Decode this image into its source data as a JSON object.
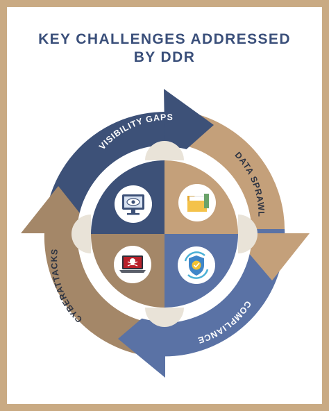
{
  "title": {
    "line1": "KEY CHALLENGES ADDRESSED",
    "line2": "BY DDR"
  },
  "segments": [
    {
      "label": "VISIBILITY GAPS",
      "icon": "monitor-eye-icon",
      "color": "#3d5178"
    },
    {
      "label": "DATA SPRAWL",
      "icon": "folder-icon",
      "color": "#c4a07a"
    },
    {
      "label": "COMPLIANCE",
      "icon": "shield-check-icon",
      "color": "#5a72a5"
    },
    {
      "label": "CYBERATTACKS",
      "icon": "laptop-skull-icon",
      "color": "#a48768"
    }
  ],
  "colors": {
    "navy": "#3d5178",
    "tan": "#c4a07a",
    "blue": "#5a72a5",
    "brown": "#a48768",
    "frame": "#c9aa83",
    "title": "#3a4f7a"
  }
}
